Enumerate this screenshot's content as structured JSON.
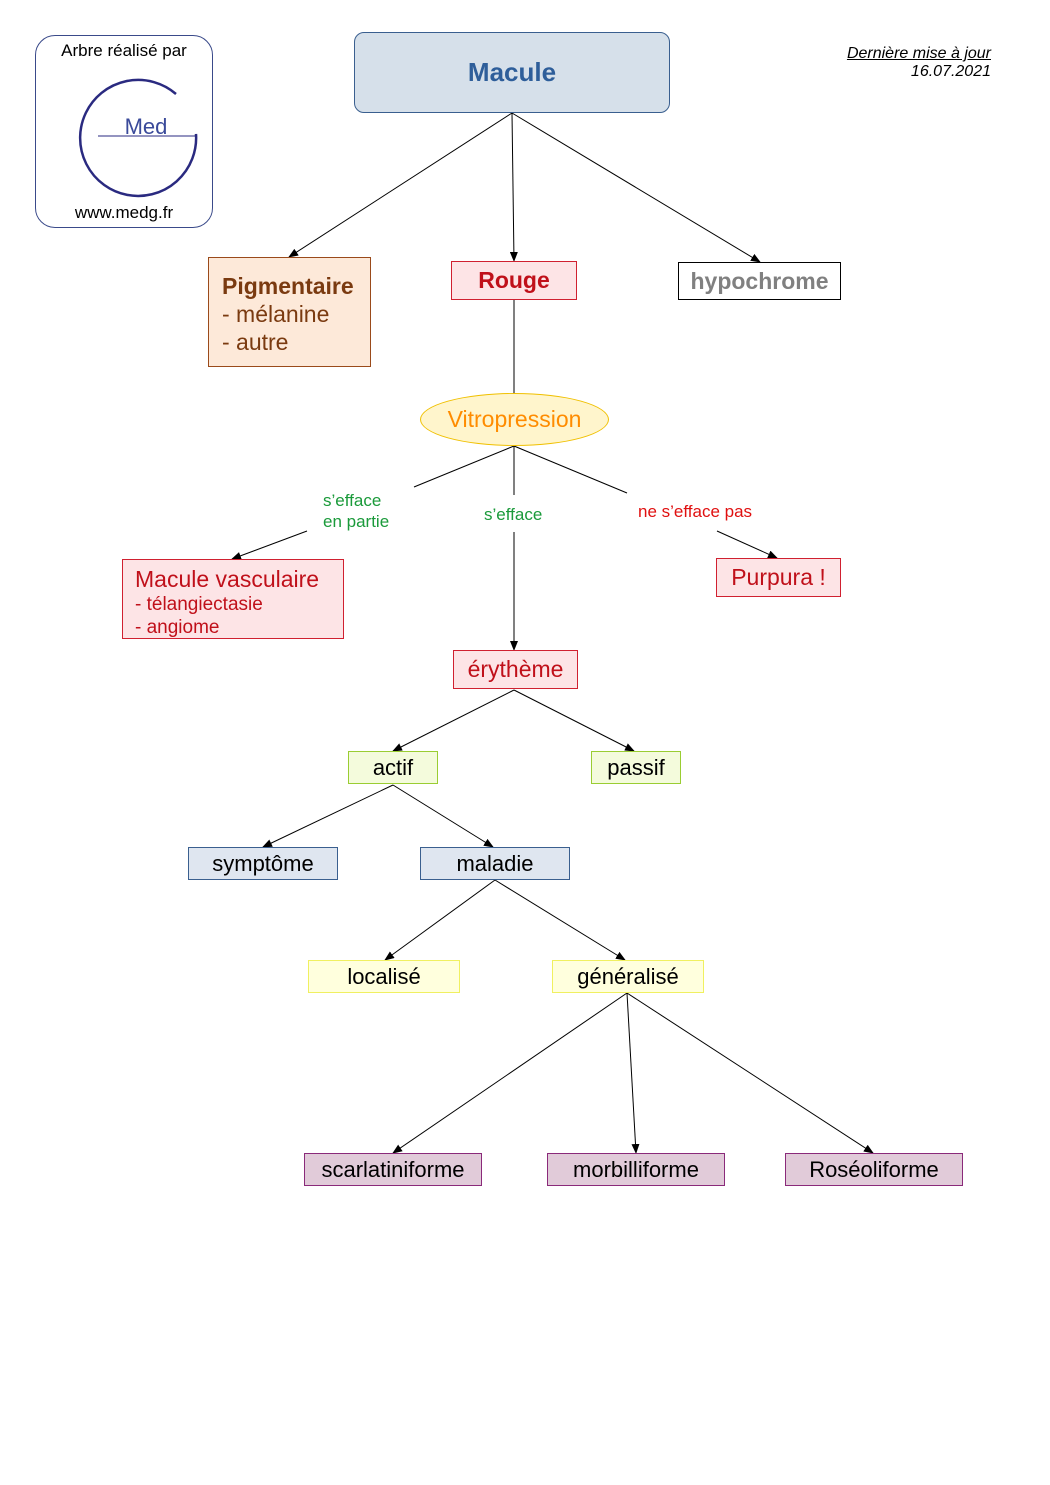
{
  "logo": {
    "top_text": "Arbre réalisé par",
    "mark_text": "Med",
    "bottom_text": "www.medg.fr"
  },
  "update": {
    "label": "Dernière mise à jour",
    "date": "16.07.2021"
  },
  "nodes": {
    "macule": "Macule",
    "pigmentaire": {
      "title": "Pigmentaire",
      "items": [
        "- mélanine",
        "- autre"
      ]
    },
    "rouge": "Rouge",
    "hypochrome": "hypochrome",
    "vitropression": "Vitropression",
    "macule_vasculaire": {
      "title": "Macule vasculaire",
      "items": [
        "- télangiectasie",
        "- angiome"
      ]
    },
    "purpura": "Purpura !",
    "erytheme": "érythème",
    "actif": "actif",
    "passif": "passif",
    "symptome": "symptôme",
    "maladie": "maladie",
    "localise": "localisé",
    "generalise": "généralisé",
    "scarlatiniforme": "scarlatiniforme",
    "morbilliforme": "morbilliforme",
    "roseoliforme": "Roséoliforme"
  },
  "edge_labels": {
    "partial": [
      "s’efface",
      "en partie"
    ],
    "efface": "s’efface",
    "not": "ne s’efface pas"
  },
  "colors": {
    "macule_fill": "#d6e0ea",
    "macule_text": "#2e5e9a",
    "pigment_fill": "#fde9d9",
    "pigment_text": "#7a3a10",
    "red_fill": "#fde4e6",
    "red_border": "#d02030",
    "red_text": "#c0101a",
    "hypo_text": "#808080",
    "vitro_fill": "#fff5cc",
    "vitro_text": "#ff8c00",
    "green_fill": "#f4fbdc",
    "blue_fill": "#dfe6f0",
    "yellow_fill": "#ffffdd",
    "purple_fill": "#e1cbd9"
  }
}
